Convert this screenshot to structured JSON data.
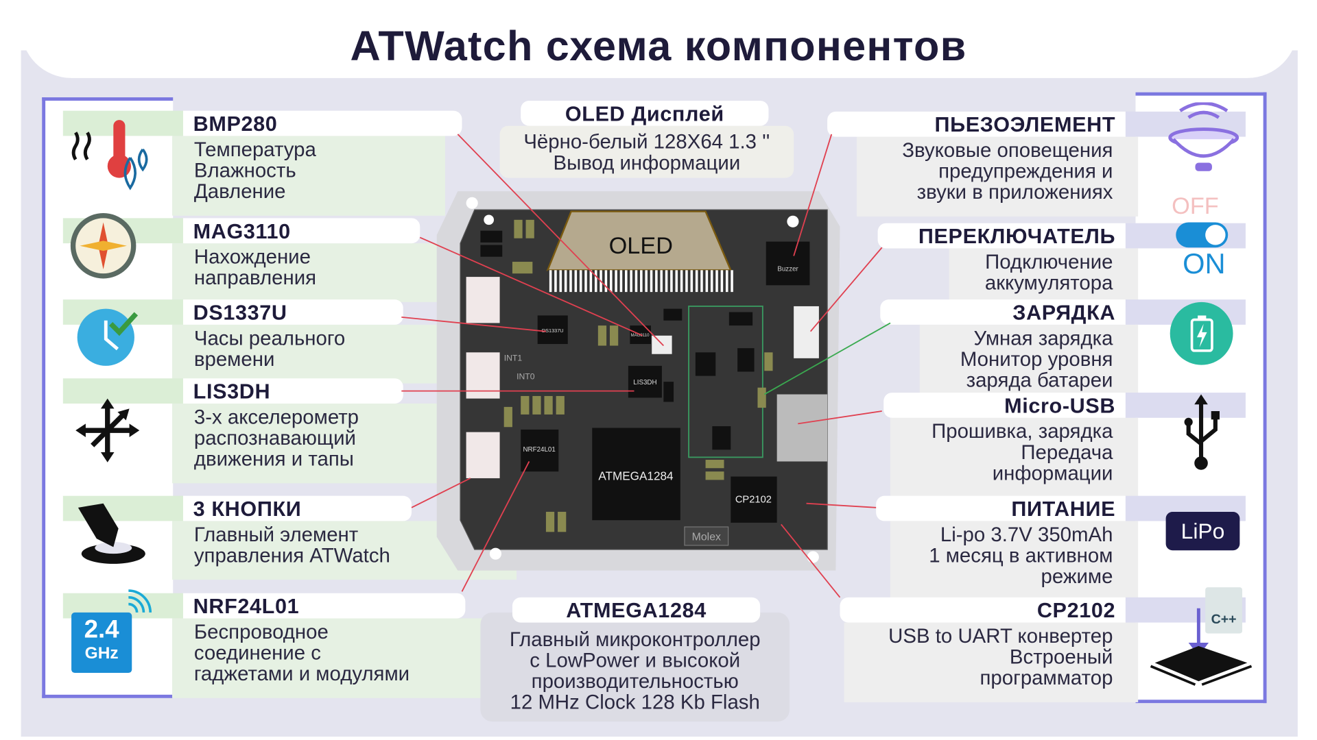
{
  "title": "ATWatch схема компонентов",
  "left": [
    {
      "name": "BMP280",
      "desc": [
        "Температура",
        "Влажность",
        "Давление"
      ]
    },
    {
      "name": "MAG3110",
      "desc": [
        "Нахождение",
        "направления"
      ]
    },
    {
      "name": "DS1337U",
      "desc": [
        "Часы реального",
        "времени"
      ]
    },
    {
      "name": "LIS3DH",
      "desc": [
        "3-х акселерометр",
        "распознавающий",
        "движения и тапы"
      ]
    },
    {
      "name": "3 КНОПКИ",
      "desc": [
        "Главный элемент",
        "управления ATWatch"
      ]
    },
    {
      "name": "NRF24L01",
      "desc": [
        "Беспроводное",
        "соединение с",
        "гаджетами и модулями"
      ]
    }
  ],
  "right": [
    {
      "name": "ПЬЕЗОЭЛЕМЕНТ",
      "desc": [
        "Звуковые оповещения",
        "предупреждения и",
        "звуки в приложениях"
      ]
    },
    {
      "name": "ПЕРЕКЛЮЧАТЕЛЬ",
      "desc": [
        "Подключение",
        "аккумулятора"
      ]
    },
    {
      "name": "ЗАРЯДКА",
      "desc": [
        "Умная зарядка",
        "Монитор уровня",
        "заряда батареи"
      ]
    },
    {
      "name": "Micro-USB",
      "desc": [
        "Прошивка, зарядка",
        "Передача",
        "информации"
      ]
    },
    {
      "name": "ПИТАНИЕ",
      "desc": [
        "Li-po 3.7V 350mAh",
        "1 месяц в активном",
        "режиме"
      ]
    },
    {
      "name": "CP2102",
      "desc": [
        "USB to UART конвертер",
        "Встроеный",
        "программатор"
      ]
    }
  ],
  "center": {
    "oled": {
      "name": "OLED Дисплей",
      "desc": [
        "Чёрно-белый 128X64 1.3 ''",
        "Вывод информации"
      ]
    },
    "mcu": {
      "name": "ATMEGA1284",
      "desc": [
        "Главный микроконтроллер",
        "с LowPower и высокой",
        "производительностью",
        "12 MHz Clock 128 Kb Flash"
      ]
    }
  },
  "icons": {
    "switch_off": "OFF",
    "switch_on": "ON",
    "lipo": "LiPo",
    "wifi": "2.4",
    "wifi_unit": "GHz",
    "cpp": "C++"
  },
  "board": {
    "oled": "OLED",
    "buzzer": "Buzzer",
    "mcu": "ATMEGA1284",
    "usb_uart": "CP2102",
    "molex": "Molex",
    "rtc": "DS1337U",
    "mag": "MAG3110",
    "acc": "LIS3DH",
    "radio": "NRF24L01",
    "int1": "INT1",
    "int0": "INT0"
  },
  "colors": {
    "accent": "#7b78e0",
    "text": "#1e1b3a",
    "line": "#e04050"
  }
}
